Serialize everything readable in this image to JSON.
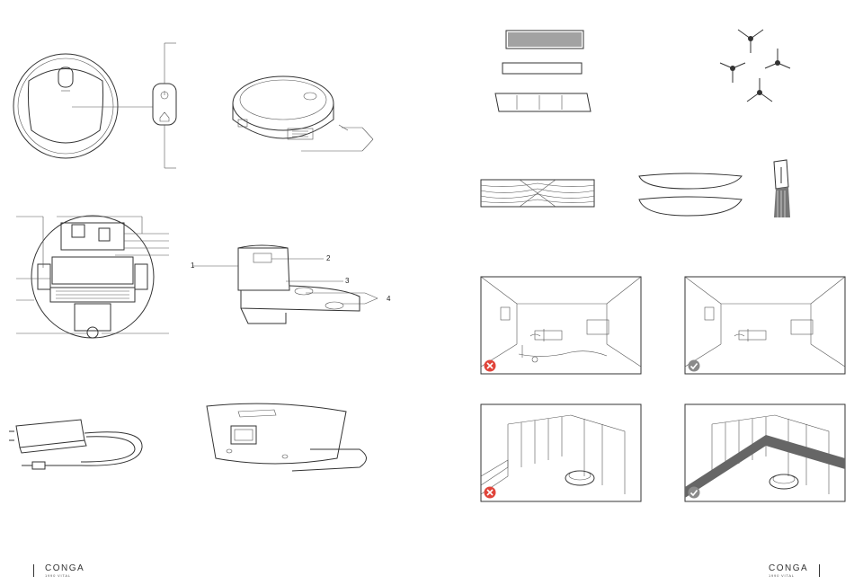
{
  "figures": {
    "station": {
      "callouts": [
        "1",
        "2",
        "3",
        "4"
      ]
    }
  },
  "footer": {
    "left": {
      "brand": "CONGA",
      "model": "1990 VITAL"
    },
    "right": {
      "brand": "CONGA",
      "model": "1990 VITAL"
    }
  },
  "status_marks": {
    "wrong": "cross-icon",
    "right": "check-icon",
    "wrong_color": "#e0443a",
    "right_color": "#8a8a8a"
  }
}
